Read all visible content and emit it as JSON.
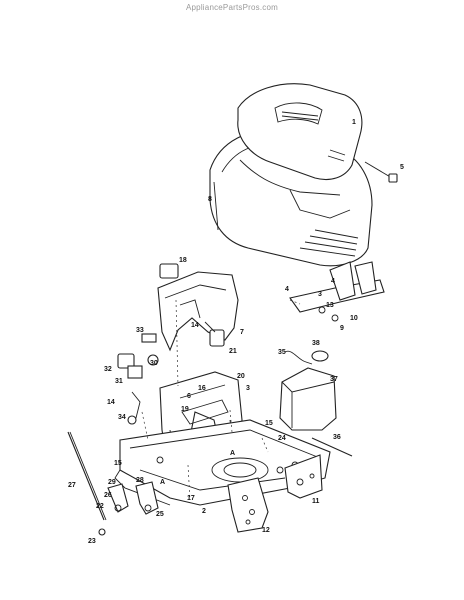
{
  "watermark": "AppliancePartsPros.com",
  "diagram": {
    "callouts": [
      {
        "id": "c1",
        "label": "1"
      },
      {
        "id": "c5",
        "label": "5"
      },
      {
        "id": "c8",
        "label": "8"
      },
      {
        "id": "c18",
        "label": "18"
      },
      {
        "id": "c7",
        "label": "7"
      },
      {
        "id": "c33",
        "label": "33"
      },
      {
        "id": "c14a",
        "label": "14"
      },
      {
        "id": "c21",
        "label": "21"
      },
      {
        "id": "c32",
        "label": "32"
      },
      {
        "id": "c30",
        "label": "30"
      },
      {
        "id": "c31",
        "label": "31"
      },
      {
        "id": "c16",
        "label": "16"
      },
      {
        "id": "c6",
        "label": "6"
      },
      {
        "id": "c20",
        "label": "20"
      },
      {
        "id": "c3",
        "label": "3"
      },
      {
        "id": "c19",
        "label": "19"
      },
      {
        "id": "c14b",
        "label": "14"
      },
      {
        "id": "c34",
        "label": "34"
      },
      {
        "id": "c15",
        "label": "15"
      },
      {
        "id": "c24",
        "label": "24"
      },
      {
        "id": "c15b",
        "label": "15"
      },
      {
        "id": "c27",
        "label": "27"
      },
      {
        "id": "c29",
        "label": "29"
      },
      {
        "id": "c28",
        "label": "28"
      },
      {
        "id": "cA1",
        "label": "A"
      },
      {
        "id": "cA2",
        "label": "A"
      },
      {
        "id": "c26",
        "label": "26"
      },
      {
        "id": "c22",
        "label": "22"
      },
      {
        "id": "c25",
        "label": "25"
      },
      {
        "id": "c17",
        "label": "17"
      },
      {
        "id": "c2",
        "label": "2"
      },
      {
        "id": "c23",
        "label": "23"
      },
      {
        "id": "c12",
        "label": "12"
      },
      {
        "id": "c11",
        "label": "11"
      },
      {
        "id": "c4a",
        "label": "4"
      },
      {
        "id": "c4b",
        "label": "4"
      },
      {
        "id": "c3b",
        "label": "3"
      },
      {
        "id": "c13",
        "label": "13"
      },
      {
        "id": "c9",
        "label": "9"
      },
      {
        "id": "c10",
        "label": "10"
      },
      {
        "id": "c35",
        "label": "35"
      },
      {
        "id": "c38",
        "label": "38"
      },
      {
        "id": "c37",
        "label": "37"
      },
      {
        "id": "c36",
        "label": "36"
      }
    ]
  }
}
